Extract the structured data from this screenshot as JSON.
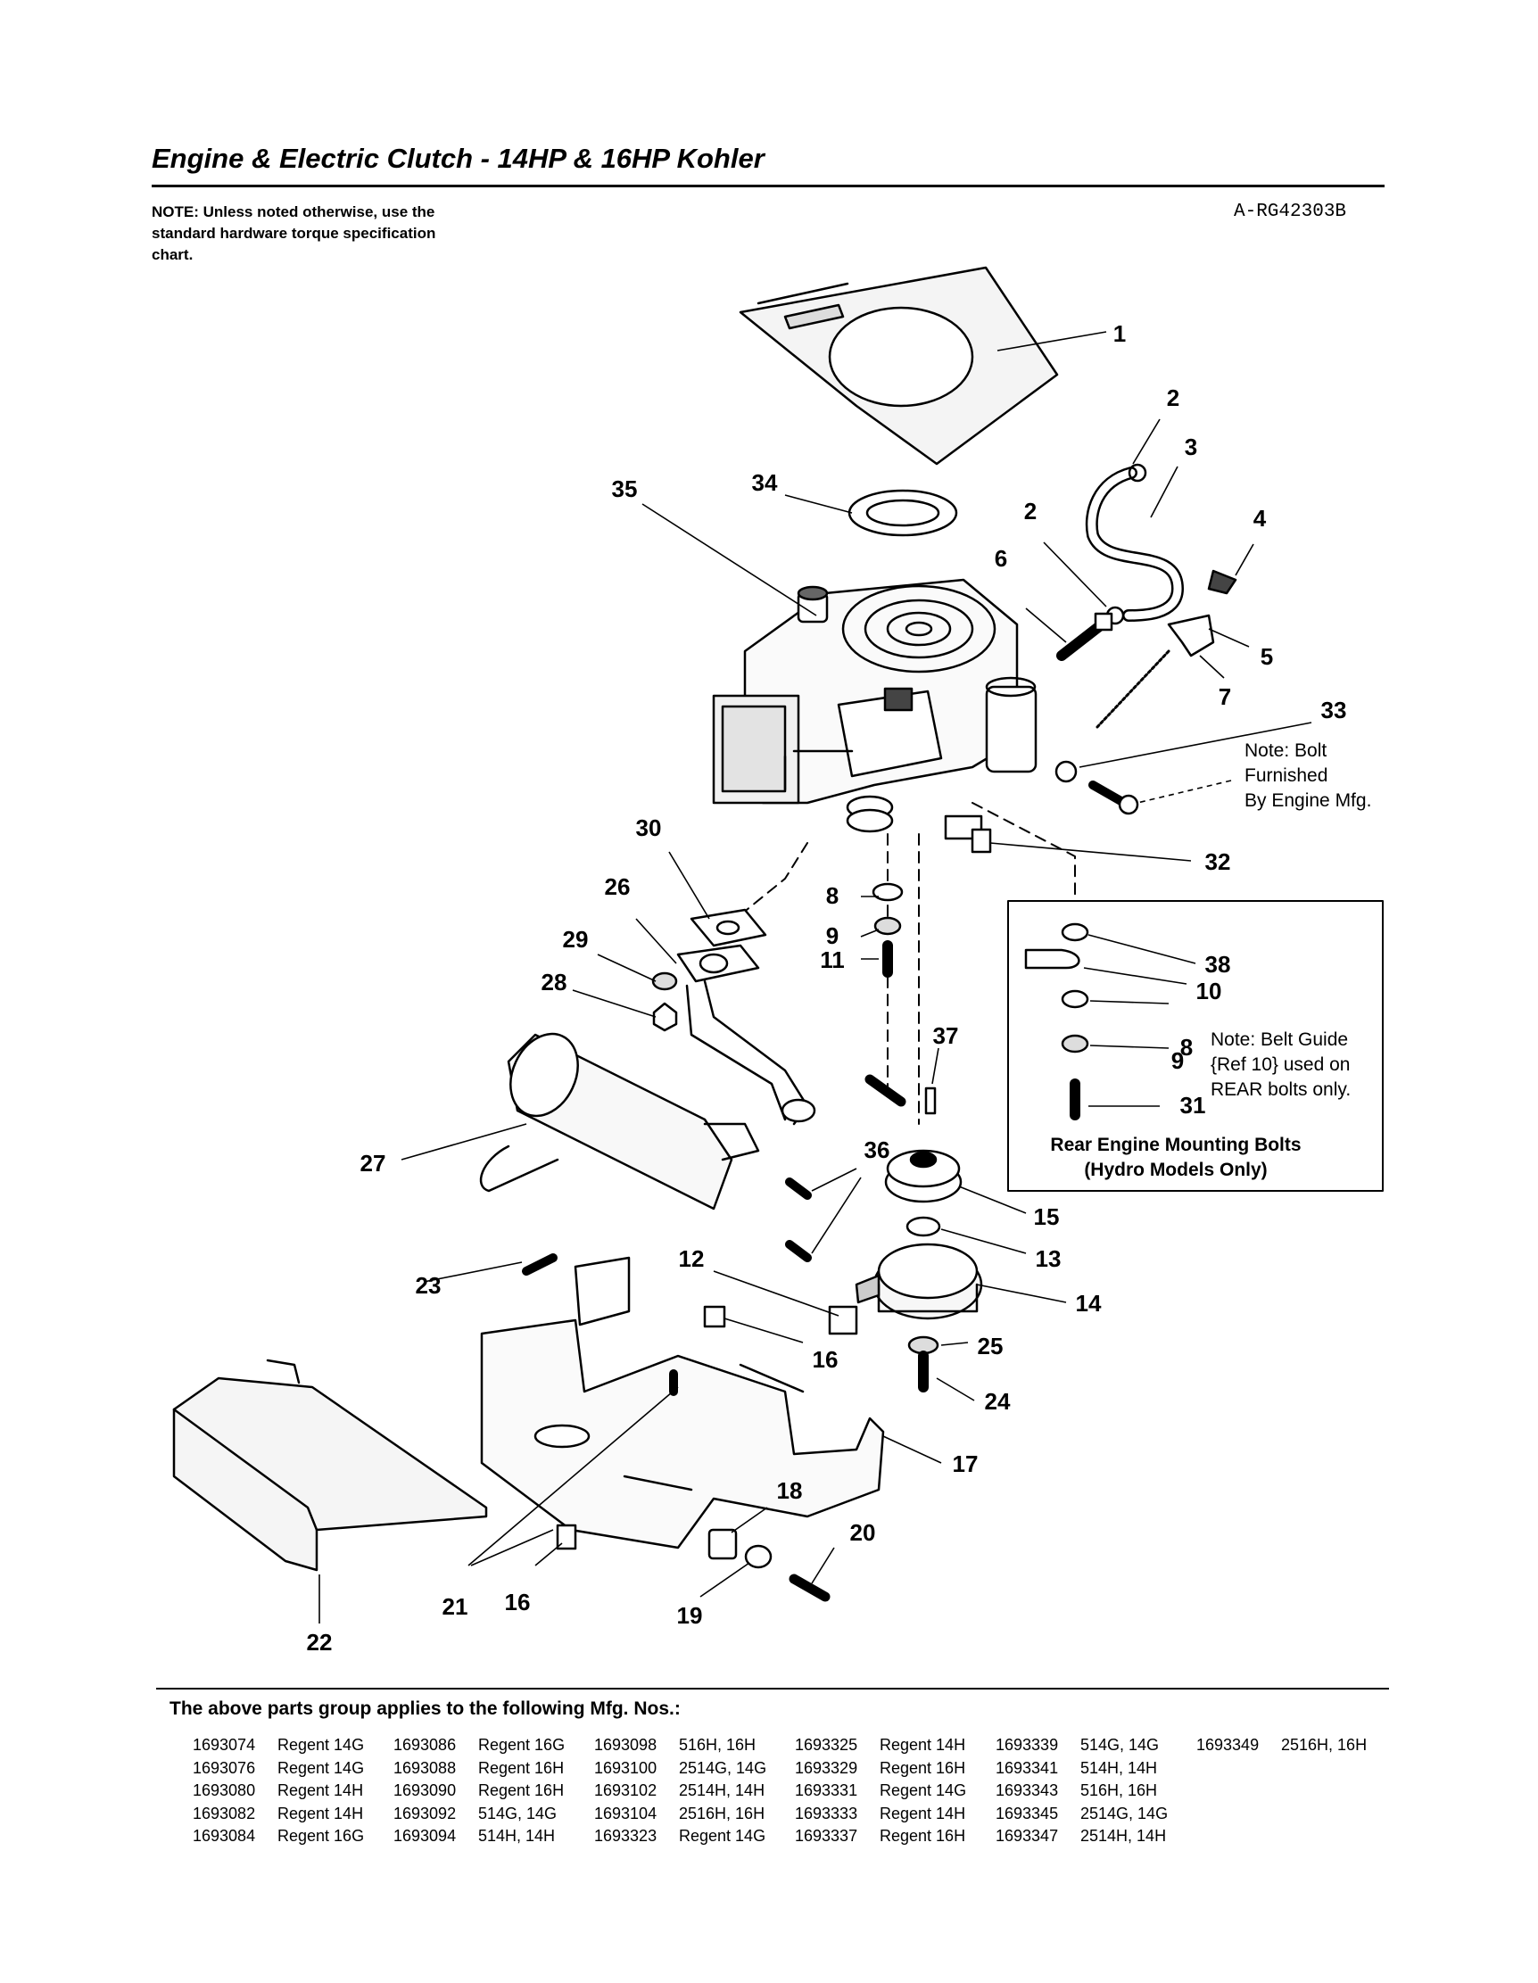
{
  "title": "Engine & Electric Clutch - 14HP & 16HP Kohler",
  "note": "NOTE: Unless noted otherwise, use the standard hardware torque specification chart.",
  "doc_id": "A-RG42303B",
  "annotations": {
    "bolt_note_line1": "Note: Bolt",
    "bolt_note_line2": "Furnished",
    "bolt_note_line3": "By Engine Mfg.",
    "belt_note_line1": "Note: Belt Guide",
    "belt_note_line2": "{Ref 10} used on",
    "belt_note_line3": "REAR bolts only.",
    "inset_caption_line1": "Rear Engine Mounting Bolts",
    "inset_caption_line2": "(Hydro Models Only)"
  },
  "callouts": [
    "1",
    "2",
    "3",
    "2",
    "4",
    "6",
    "5",
    "7",
    "33",
    "35",
    "34",
    "32",
    "30",
    "26",
    "8",
    "29",
    "9",
    "11",
    "28",
    "38",
    "10",
    "8",
    "9",
    "31",
    "37",
    "36",
    "27",
    "15",
    "13",
    "12",
    "23",
    "14",
    "25",
    "16",
    "24",
    "17",
    "18",
    "20",
    "21",
    "16",
    "19",
    "22"
  ],
  "applies_heading": "The above parts group applies to the following Mfg. Nos.:",
  "mfg_columns": [
    [
      {
        "num": "1693074",
        "model": "Regent 14G"
      },
      {
        "num": "1693076",
        "model": "Regent 14G"
      },
      {
        "num": "1693080",
        "model": "Regent 14H"
      },
      {
        "num": "1693082",
        "model": "Regent 14H"
      },
      {
        "num": "1693084",
        "model": "Regent 16G"
      }
    ],
    [
      {
        "num": "1693086",
        "model": "Regent 16G"
      },
      {
        "num": "1693088",
        "model": "Regent 16H"
      },
      {
        "num": "1693090",
        "model": "Regent 16H"
      },
      {
        "num": "1693092",
        "model": "514G, 14G"
      },
      {
        "num": "1693094",
        "model": "514H, 14H"
      }
    ],
    [
      {
        "num": "1693098",
        "model": "516H, 16H"
      },
      {
        "num": "1693100",
        "model": "2514G, 14G"
      },
      {
        "num": "1693102",
        "model": "2514H, 14H"
      },
      {
        "num": "1693104",
        "model": "2516H, 16H"
      },
      {
        "num": "1693323",
        "model": "Regent 14G"
      }
    ],
    [
      {
        "num": "1693325",
        "model": "Regent 14H"
      },
      {
        "num": "1693329",
        "model": "Regent 16H"
      },
      {
        "num": "1693331",
        "model": "Regent 14G"
      },
      {
        "num": "1693333",
        "model": "Regent 14H"
      },
      {
        "num": "1693337",
        "model": "Regent 16H"
      }
    ],
    [
      {
        "num": "1693339",
        "model": "514G, 14G"
      },
      {
        "num": "1693341",
        "model": "514H, 14H"
      },
      {
        "num": "1693343",
        "model": "516H, 16H"
      },
      {
        "num": "1693345",
        "model": "2514G, 14G"
      },
      {
        "num": "1693347",
        "model": "2514H, 14H"
      }
    ],
    [
      {
        "num": "1693349",
        "model": "2516H, 16H"
      }
    ]
  ]
}
